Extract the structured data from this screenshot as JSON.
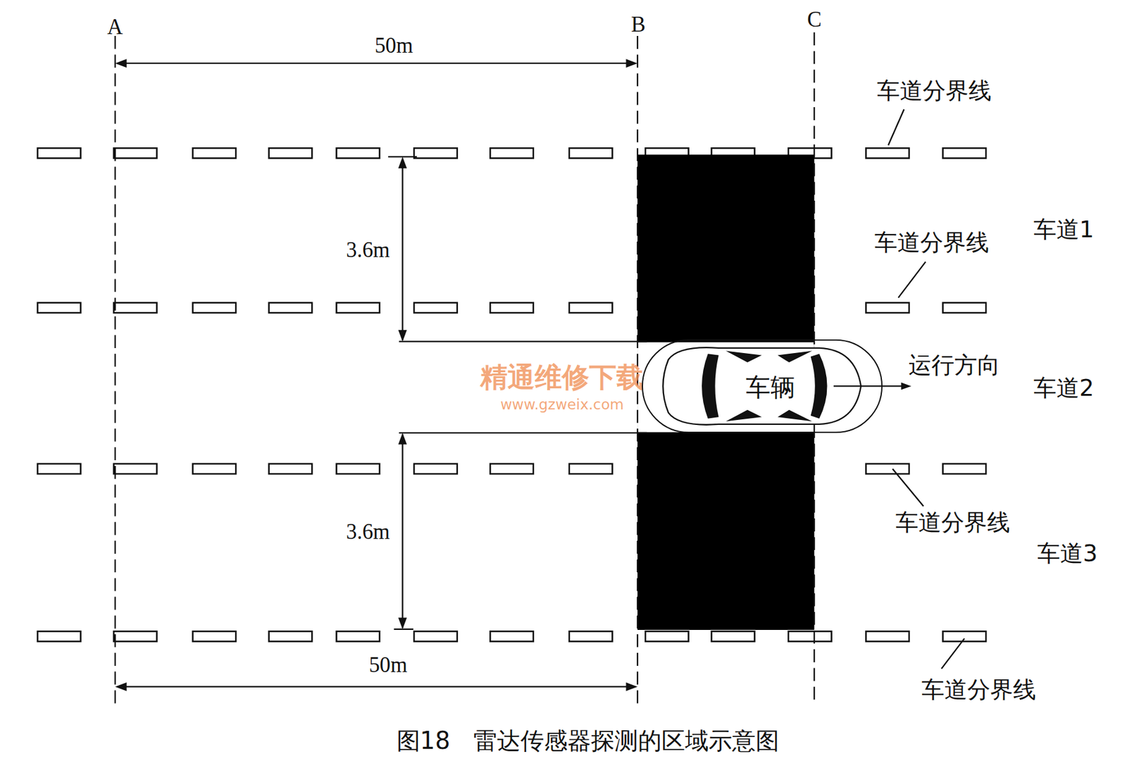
{
  "diagram": {
    "caption": "图18　雷达传感器探测的区域示意图",
    "nodes": [
      {
        "text": [
          "车辆"
        ]
      }
    ],
    "edges": [],
    "labels": [
      "A",
      "50m",
      "B",
      "C",
      "车道分界线",
      "车道1",
      "3.6m",
      "车道分界线",
      "精通维修下载",
      "www.gzweix.com",
      "运行方向",
      "车道2",
      "3.6m",
      "车道分界线",
      "车道3",
      "50m",
      "车道分界线"
    ]
  }
}
